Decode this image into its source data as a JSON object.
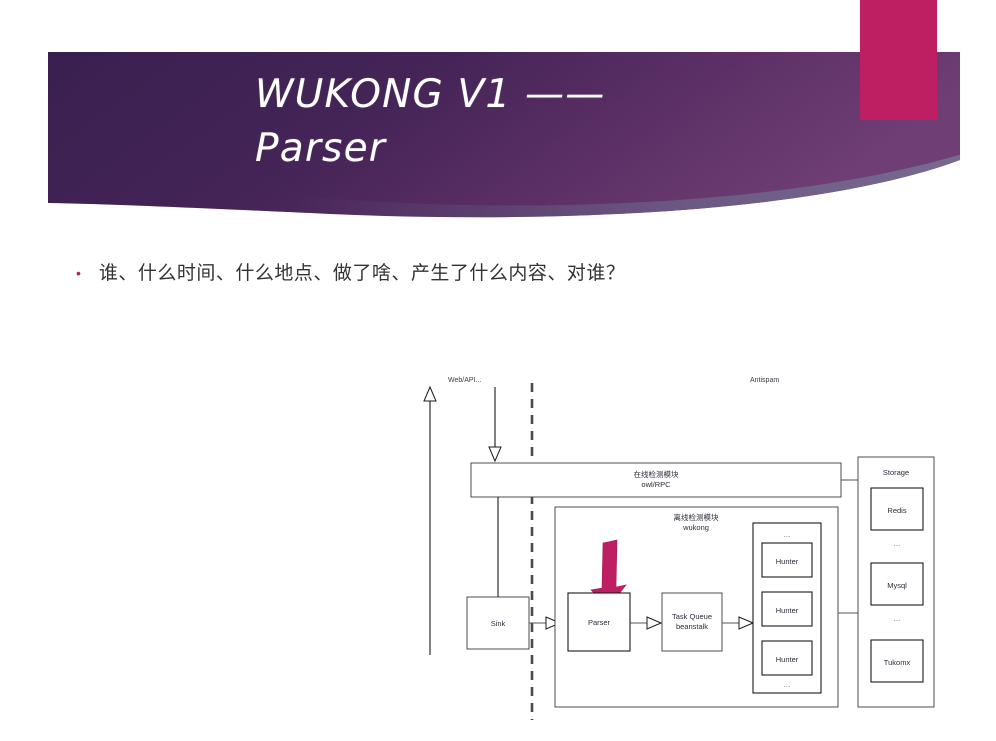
{
  "slide": {
    "title": "WUKONG V1 ——\nParser",
    "accent_color": "#BE1F63",
    "banner_color_dark": "#3C2150",
    "banner_color_light": "#6A3C70",
    "banner_swoosh_color": "#6E6086"
  },
  "bullets": [
    {
      "marker": "•",
      "text": "谁、什么时间、什么地点、做了啥、产生了什么内容、对谁？"
    }
  ],
  "diagram": {
    "labels": {
      "web_api": "Web/API...",
      "antispam": "Antispam",
      "online_module_cn": "在线检测模块",
      "online_module_en": "owl/RPC",
      "offline_module_cn": "离线检测模块",
      "offline_module_en": "wukong",
      "storage": "Storage",
      "sink": "Sink",
      "parser": "Parser",
      "task_queue_line1": "Task Queue",
      "task_queue_line2": "beanstalk",
      "hunter": "Hunter",
      "redis": "Redis",
      "mysql": "Mysql",
      "tukomx": "Tukomx",
      "ellipsis": "..."
    },
    "hunters": [
      "Hunter",
      "Hunter",
      "Hunter"
    ],
    "storage_items": [
      "Redis",
      "Mysql",
      "Tukomx"
    ],
    "highlight_arrow_color": "#BE1F63",
    "highlight_arrow_target": "Parser"
  }
}
